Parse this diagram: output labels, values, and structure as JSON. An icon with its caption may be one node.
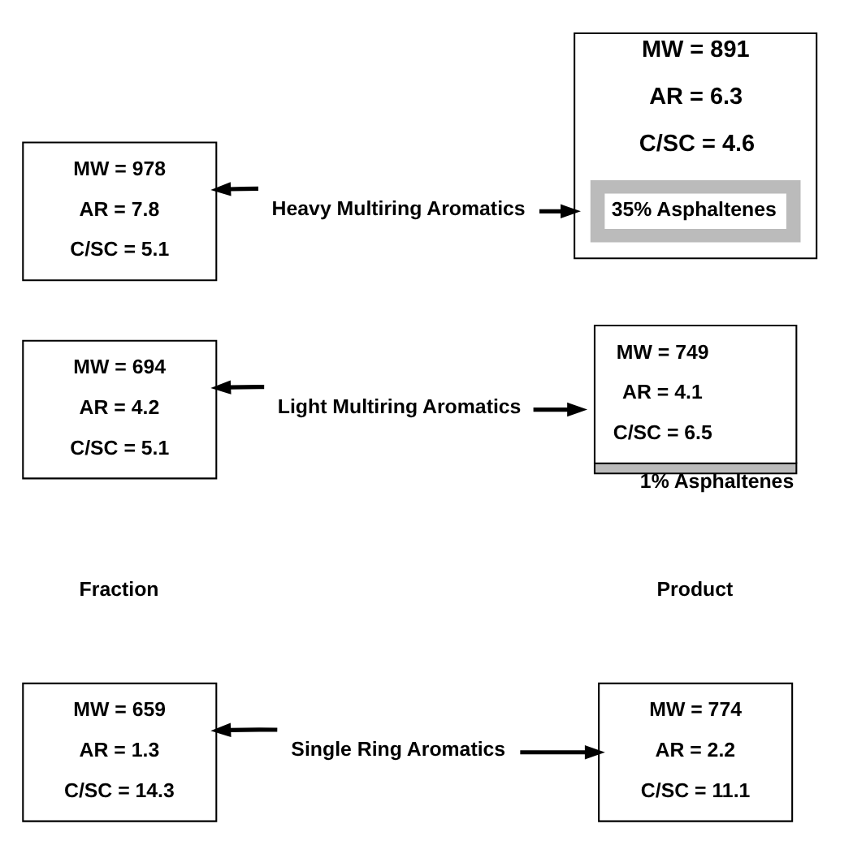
{
  "diagram": {
    "nodes": [
      {
        "text": [
          "MW = 659",
          "AR = 1.3",
          "C/SC = 14.3"
        ]
      },
      {
        "text": [
          "Single Ring Aromatics"
        ]
      },
      {
        "text": [
          "MW = 774",
          "AR = 2.2",
          "C/SC = 11.1"
        ]
      },
      {
        "text": [
          "MW = 694",
          "AR = 4.2",
          "C/SC = 5.1"
        ]
      },
      {
        "text": [
          "Light Multiring Aromatics"
        ]
      },
      {
        "text": [
          "MW = 749",
          "AR = 4.1",
          "C/SC = 6.5"
        ],
        "beside": [
          "1% Asphaltenes"
        ]
      },
      {
        "text": [
          "MW = 978",
          "AR = 7.8",
          "C/SC = 5.1"
        ]
      },
      {
        "text": [
          "Heavy Multiring Aromatics"
        ]
      },
      {
        "text": [
          "MW = 891",
          "AR = 6.3",
          "C/SC = 4.6"
        ]
      },
      {
        "text": [
          "35% Asphaltenes"
        ],
        "in": 8
      }
    ],
    "edges": [
      {
        "from": 1,
        "to": 0,
        "arrow": "to"
      },
      {
        "from": 1,
        "to": 2,
        "arrow": "to"
      },
      {
        "from": 4,
        "to": 3,
        "arrow": "to"
      },
      {
        "from": 4,
        "to": 5,
        "arrow": "to"
      },
      {
        "from": 7,
        "to": 6,
        "arrow": "to"
      },
      {
        "from": 7,
        "to": 8,
        "arrow": "to"
      }
    ],
    "labels": [
      "Fraction",
      "Product"
    ]
  }
}
